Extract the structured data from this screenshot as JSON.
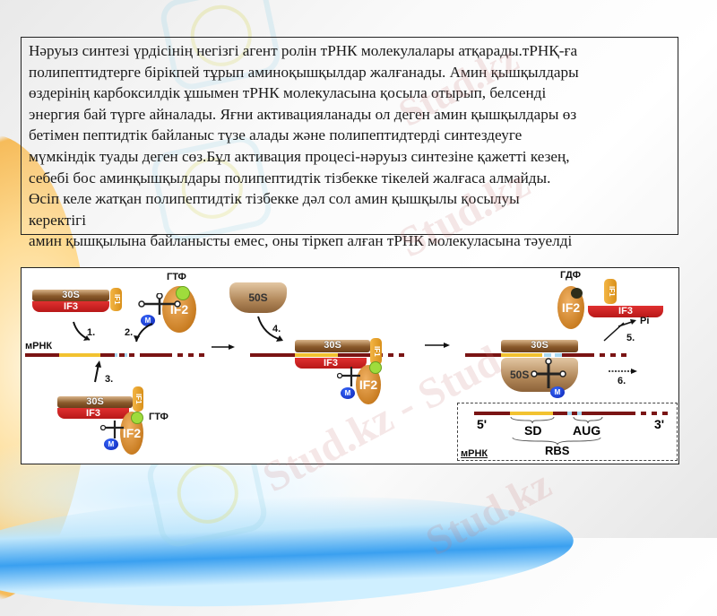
{
  "slide": {
    "paragraph_lines": [
      "Нәруыз синтезі үрдісінің негізгі агент ролін тРНК молекулалары атқарады.тРНҚ-ға",
      "полипептидтерге бірікпей тұрып аминоқышқылдар жалғанады. Амин қышқылдары",
      "өздерінің карбоксилдік ұшымен тРНК молекуласына қосыла отырып, белсенді",
      "энергия бай түрге айналады. Яғни активацияланады ол деген амин қышқылдары өз",
      "бетімен пептидтік байланыс түзе алады және полипептидтерді синтездеуге",
      "мүмкіндік туады деген сөз.Бұл активация процесі-нәруыз синтезіне қажетті кезең,",
      "себебі бос аминқышқылдары полипептидтік тізбекке тікелей жалғаса алмайды.",
      "Өсіп келе жатқан полипептидтік тізбекке дәл сол амин қышқылы қосылуы",
      "керектігі"
    ],
    "overflow_line": "амин қышқылына байланысты емес, оны тіркеп алған тРНК молекуласына тәуелді"
  },
  "figure": {
    "mrna_label": "мРНК",
    "subunit_30s": "30S",
    "subunit_50s": "50S",
    "if1": "IF1",
    "if2": "IF2",
    "if3": "IF3",
    "met": "M",
    "gtp_label": "ГТФ",
    "gdp_label": "ГДФ",
    "pi_label": "Pi",
    "steps": [
      "1.",
      "2.",
      "3.",
      "4.",
      "5.",
      "6."
    ],
    "legend": {
      "five_prime": "5'",
      "three_prime": "3'",
      "sd": "SD",
      "aug": "AUG",
      "rbs": "RBS",
      "mrna_label": "мРНК"
    }
  },
  "watermarks": [
    "Stud.kz",
    "Stud.kz",
    "Stud.kz - Stud",
    "Stud.kz",
    "Stud.kz"
  ],
  "colors": {
    "mrna": "#7a1414",
    "shine_dalgarno": "#f2c230",
    "if3": "#c41e1e",
    "if2": "#c97d22",
    "gtp": "#9fdc3c",
    "met": "#1a33d0"
  }
}
